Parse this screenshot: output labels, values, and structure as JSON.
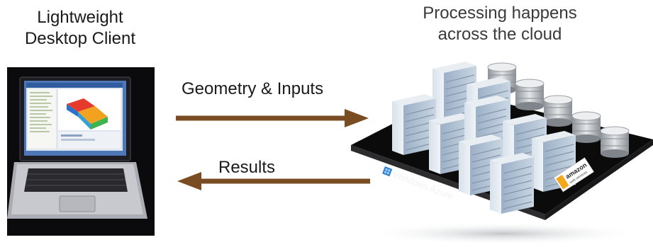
{
  "client": {
    "title_line1": "Lightweight",
    "title_line2": "Desktop Client"
  },
  "cloud": {
    "title_line1": "Processing happens",
    "title_line2": "across the cloud",
    "windows_logo_text": "Windows Azure",
    "amazon_logo_text": "amazon",
    "amazon_logo_subtext": "web services"
  },
  "arrows": {
    "to_cloud_label": "Geometry & Inputs",
    "to_client_label": "Results",
    "color": "#7a4c22"
  }
}
